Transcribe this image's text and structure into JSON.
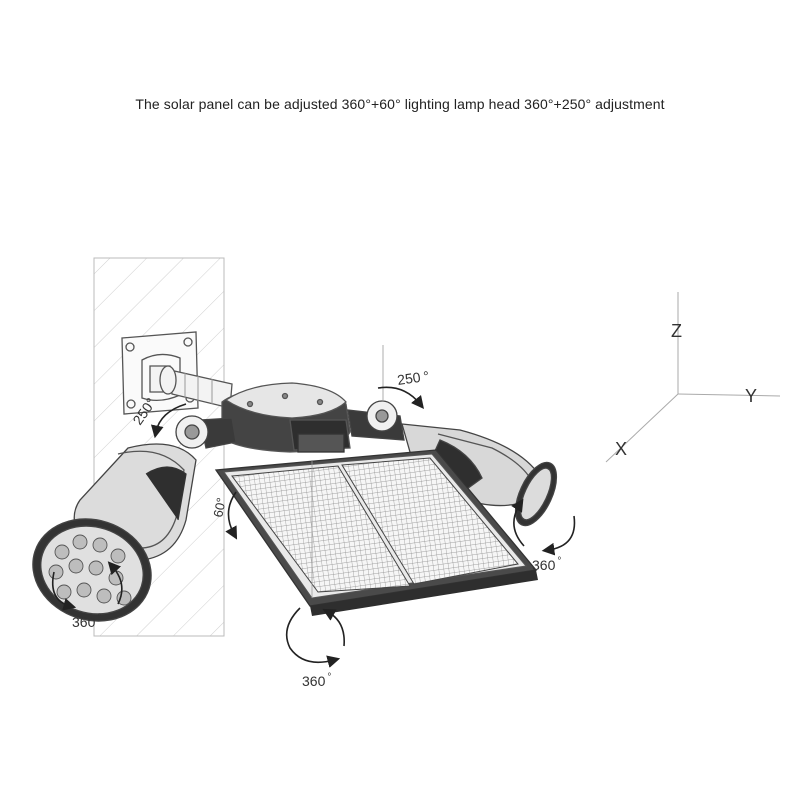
{
  "caption": "The solar panel can be adjusted 360°+60° lighting lamp head 360°+250° adjustment",
  "labels": {
    "left_head_tilt": "250",
    "right_head_tilt": "250",
    "left_head_rotate": "360",
    "right_head_rotate": "360",
    "panel_tilt": "60",
    "panel_rotate": "360",
    "degree_mark": "°"
  },
  "axes": {
    "z": "Z",
    "y": "Y",
    "x": "X"
  }
}
